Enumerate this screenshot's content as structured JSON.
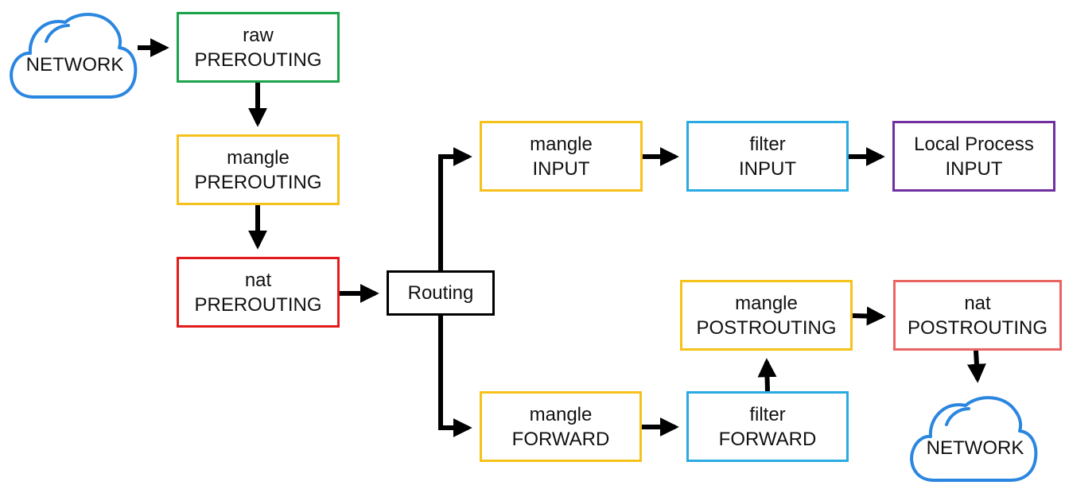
{
  "colors": {
    "green": "#1aa34a",
    "yellow": "#f5c21b",
    "red": "#e31b1b",
    "light_red": "#ea6464",
    "blue": "#29abe2",
    "purple": "#7030a0",
    "black": "#000000",
    "cloud_blue": "#2b86e0"
  },
  "clouds": {
    "input": {
      "label": "NETWORK",
      "icon": "cloud-icon"
    },
    "output": {
      "label": "NETWORK",
      "icon": "cloud-icon"
    }
  },
  "nodes": {
    "raw_prerouting": {
      "table": "raw",
      "chain": "PREROUTING",
      "color": "#1aa34a"
    },
    "mangle_prerouting": {
      "table": "mangle",
      "chain": "PREROUTING",
      "color": "#f5c21b"
    },
    "nat_prerouting": {
      "table": "nat",
      "chain": "PREROUTING",
      "color": "#e31b1b"
    },
    "routing": {
      "label": "Routing",
      "color": "#000000"
    },
    "mangle_input": {
      "table": "mangle",
      "chain": "INPUT",
      "color": "#f5c21b"
    },
    "filter_input": {
      "table": "filter",
      "chain": "INPUT",
      "color": "#29abe2"
    },
    "local_process_input": {
      "table": "Local Process",
      "chain": "INPUT",
      "color": "#7030a0"
    },
    "mangle_postrouting": {
      "table": "mangle",
      "chain": "POSTROUTING",
      "color": "#f5c21b"
    },
    "nat_postrouting": {
      "table": "nat",
      "chain": "POSTROUTING",
      "color": "#ea6464"
    },
    "mangle_forward": {
      "table": "mangle",
      "chain": "FORWARD",
      "color": "#f5c21b"
    },
    "filter_forward": {
      "table": "filter",
      "chain": "FORWARD",
      "color": "#29abe2"
    }
  }
}
